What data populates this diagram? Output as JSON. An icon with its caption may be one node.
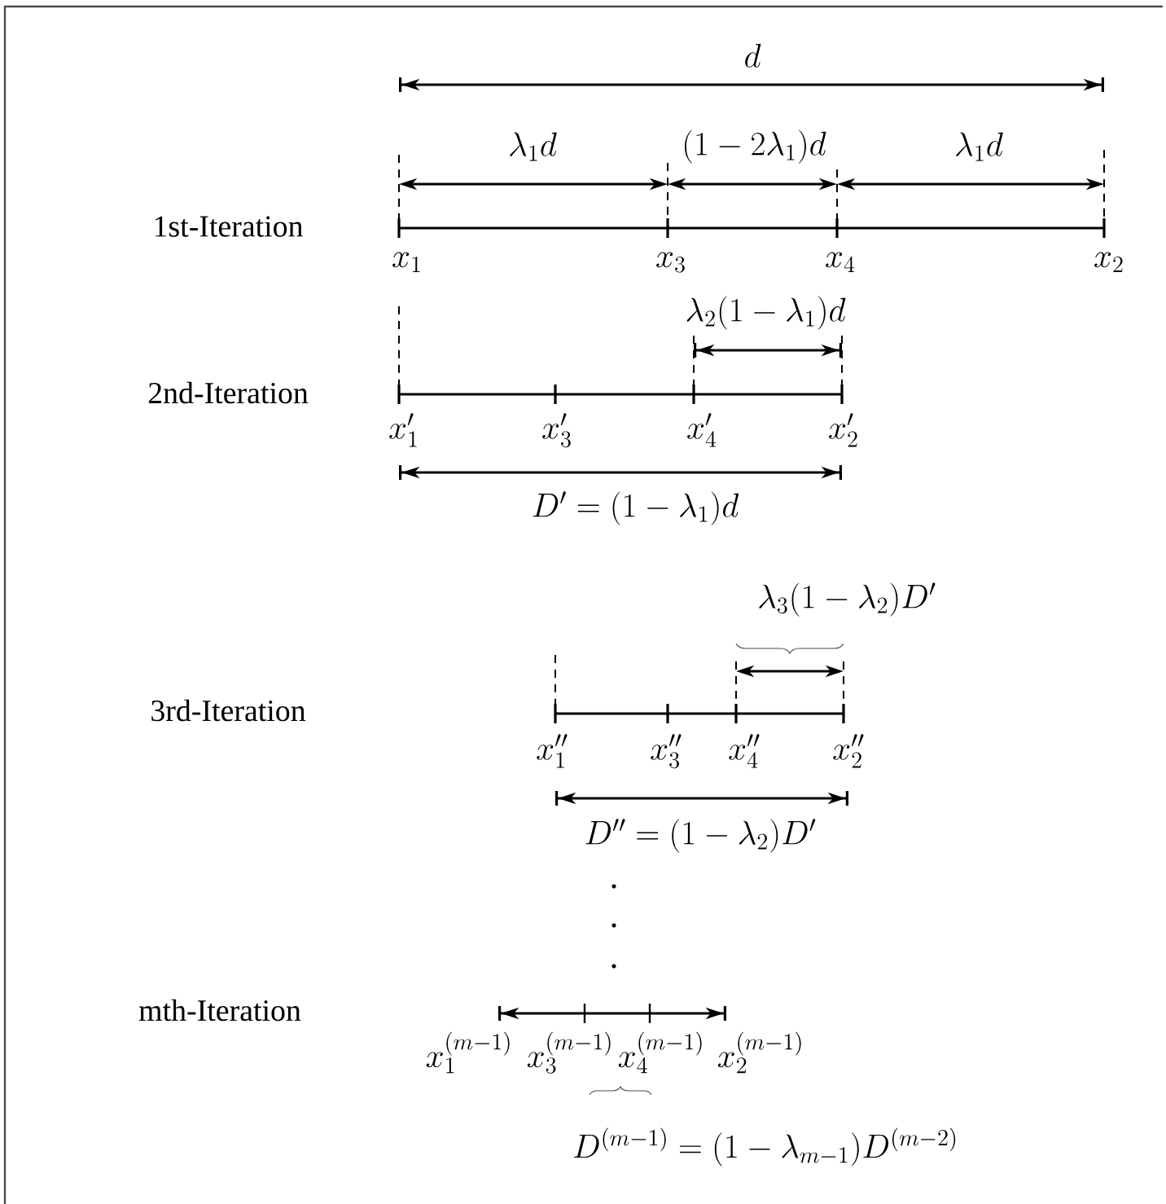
{
  "diagram": {
    "labels": [
      "d",
      "\\lambda_1 d",
      "(1-2\\lambda_1)d",
      "\\lambda_1 d",
      "1st-Iteration",
      "x_1",
      "x_3",
      "x_4",
      "x_2",
      "\\lambda_2(1-\\lambda_1)d",
      "2nd-Iteration",
      "x'_1",
      "x'_3",
      "x'_4",
      "x'_2",
      "D'=(1-\\lambda_1)d",
      "\\lambda_3(1-\\lambda_2)D'",
      "3rd-Iteration",
      "x''_1",
      "x''_3",
      "x''_4",
      "x''_2",
      "D''=(1-\\lambda_2)D'",
      "mth-Iteration",
      "x_1^{(m-1)}",
      "x_3^{(m-1)}",
      "x_4^{(m-1)}",
      "x_2^{(m-1)}",
      "D^{(m-1)}=(1-\\lambda_{m-1})D^{(m-2)}"
    ]
  }
}
